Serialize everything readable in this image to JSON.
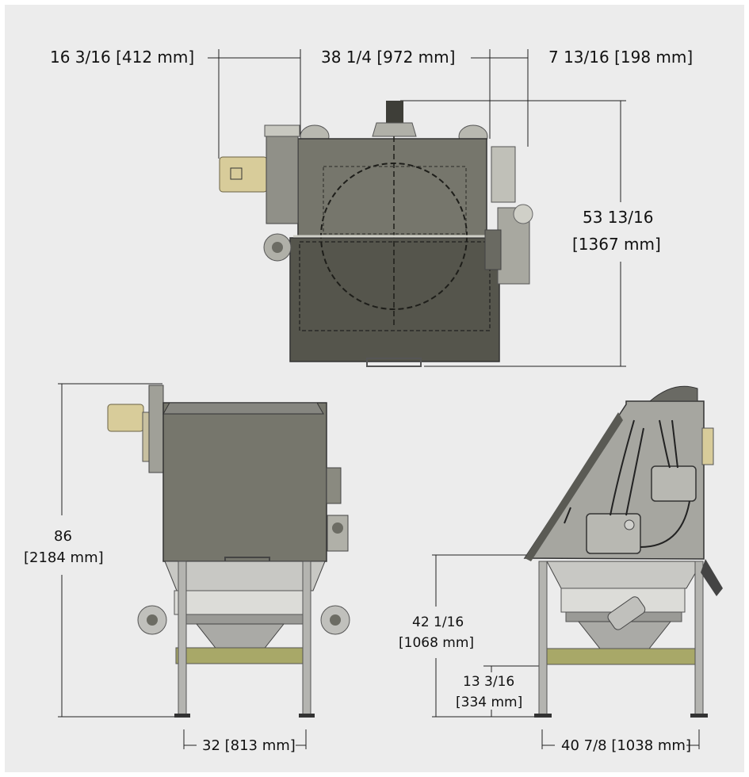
{
  "top_view": {
    "dim_left": "16 3/16 [412 mm]",
    "dim_center": "38 1/4 [972 mm]",
    "dim_right": "7 13/16 [198 mm]",
    "dim_depth_line1": "53 13/16",
    "dim_depth_line2": "[1367 mm]"
  },
  "front_view": {
    "dim_height_line1": "86",
    "dim_height_line2": "[2184 mm]",
    "dim_leg_width": "32 [813 mm]"
  },
  "side_view": {
    "dim_hopper_height_line1": "42 1/16",
    "dim_hopper_height_line2": "[1068 mm]",
    "dim_frame_height_line1": "13 3/16",
    "dim_frame_height_line2": "[334 mm]",
    "dim_leg_width": "40 7/8 [1038 mm]"
  },
  "colors": {
    "background": "#ececec",
    "machine_body": "#76766c",
    "machine_dark": "#4a4a42",
    "motor": "#d8cc9a",
    "hopper_steel": "#b8b8b4",
    "frame_yellow": "#a8a868",
    "dimension_line": "#222222"
  }
}
